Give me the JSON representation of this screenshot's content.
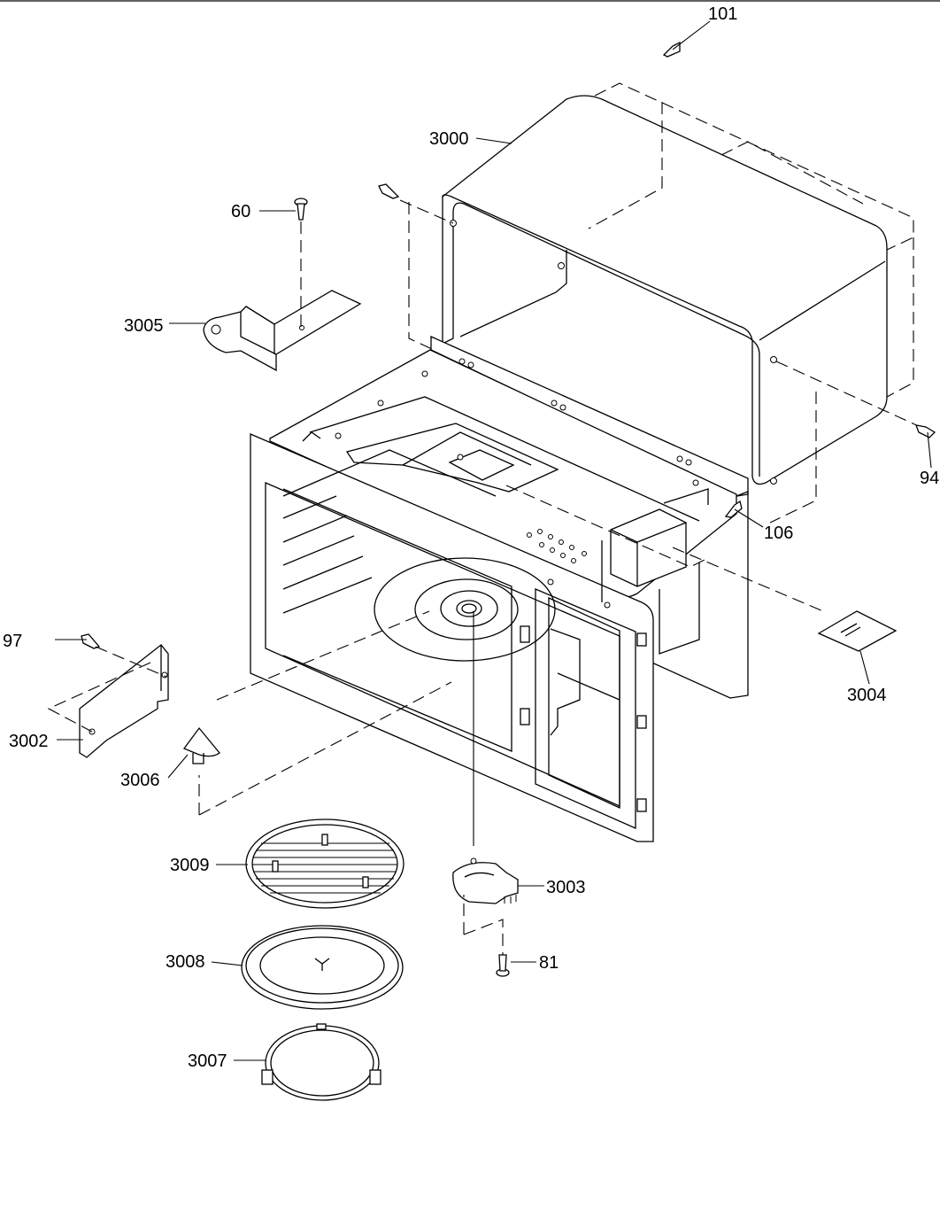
{
  "parts": [
    {
      "id": "p101",
      "label": "101"
    },
    {
      "id": "p3000",
      "label": "3000"
    },
    {
      "id": "p60",
      "label": "60"
    },
    {
      "id": "p3005",
      "label": "3005"
    },
    {
      "id": "p94",
      "label": "94"
    },
    {
      "id": "p106",
      "label": "106"
    },
    {
      "id": "p97",
      "label": "97"
    },
    {
      "id": "p3004",
      "label": "3004"
    },
    {
      "id": "p3002",
      "label": "3002"
    },
    {
      "id": "p3006",
      "label": "3006"
    },
    {
      "id": "p3009",
      "label": "3009"
    },
    {
      "id": "p3003",
      "label": "3003"
    },
    {
      "id": "p3008",
      "label": "3008"
    },
    {
      "id": "p81",
      "label": "81"
    },
    {
      "id": "p3007",
      "label": "3007"
    }
  ]
}
